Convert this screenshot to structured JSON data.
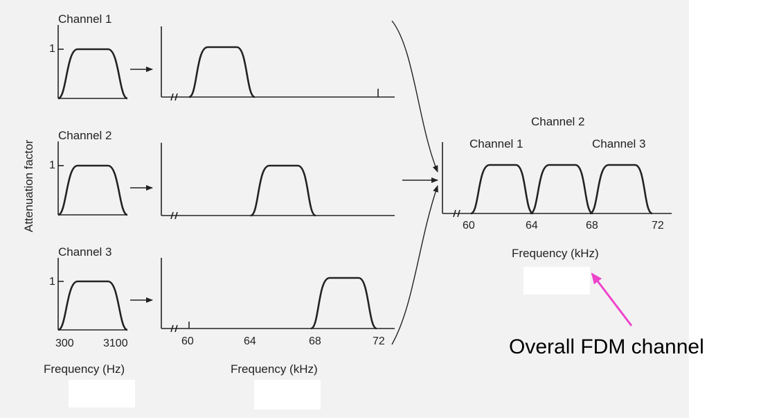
{
  "ylabel": "Attenuation factor",
  "unit_tick": "1",
  "channels": [
    {
      "label": "Channel 1"
    },
    {
      "label": "Channel 2"
    },
    {
      "label": "Channel 3"
    }
  ],
  "baseband_ticks": [
    "300",
    "3100"
  ],
  "baseband_xlabel": "Frequency (Hz)",
  "shifted_ticks": [
    "60",
    "64",
    "68",
    "72"
  ],
  "shifted_xlabel": "Frequency (kHz)",
  "fdm": {
    "label_ch1": "Channel 1",
    "label_ch2": "Channel 2",
    "label_ch3": "Channel 3",
    "ticks": [
      "60",
      "64",
      "68",
      "72"
    ],
    "xlabel": "Frequency (kHz)"
  },
  "callout": "Overall FDM channel",
  "colors": {
    "callout_arrow": "#ee44cc"
  }
}
